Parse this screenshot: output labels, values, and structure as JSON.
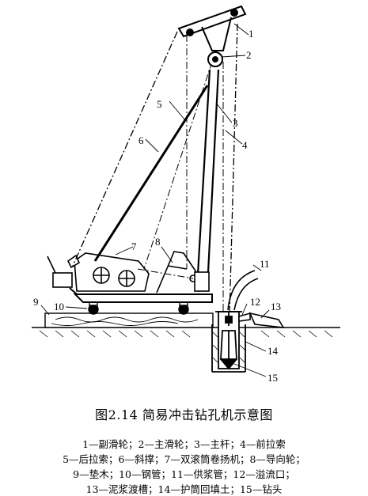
{
  "figure": {
    "caption": "图2.14 简易冲击钻孔机示意图",
    "callouts": [
      {
        "num": "1"
      },
      {
        "num": "2"
      },
      {
        "num": "3"
      },
      {
        "num": "4"
      },
      {
        "num": "5"
      },
      {
        "num": "6"
      },
      {
        "num": "7"
      },
      {
        "num": "8"
      },
      {
        "num": "9"
      },
      {
        "num": "10"
      },
      {
        "num": "11"
      },
      {
        "num": "12"
      },
      {
        "num": "13"
      },
      {
        "num": "14"
      },
      {
        "num": "15"
      }
    ],
    "legend_lines": [
      "1—副滑轮；2—主滑轮；3—主杆；4—前拉索",
      "5—后拉索；6—斜撑；7—双滚筒卷扬机；8—导向轮；",
      "9—垫木；10—钢管；11—供浆管；12—溢流口；",
      "13—泥浆渡槽；14—护筒回填土；15—钻头"
    ]
  }
}
